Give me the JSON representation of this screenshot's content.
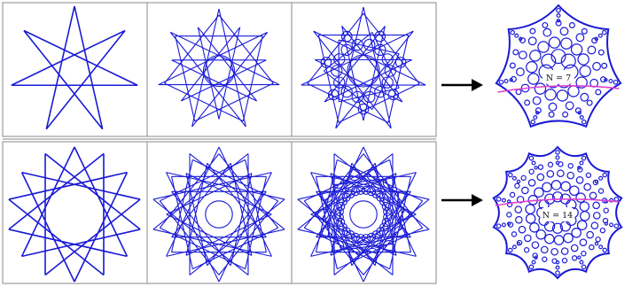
{
  "figure": {
    "rows": [
      {
        "n": 7,
        "label": "N = 7"
      },
      {
        "n": 14,
        "label": "N = 14"
      }
    ],
    "stages": 3,
    "colors": {
      "lines": "#1a1ad6",
      "highlight": "#e040d0",
      "frame": "#8a8a8a",
      "arrow": "#000000"
    }
  }
}
